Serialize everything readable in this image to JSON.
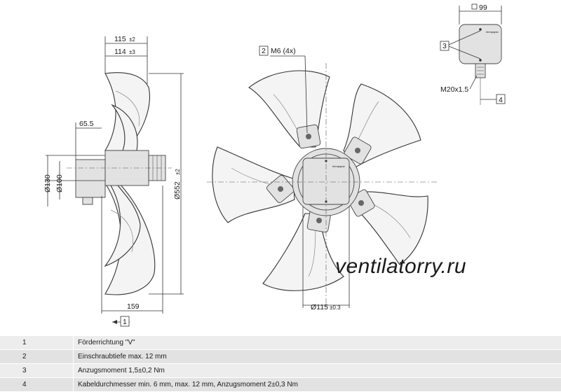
{
  "dimensions": {
    "d115_pm2": "115",
    "d115_pm2_tol": "±2",
    "d114": "114",
    "d114_tol": "±3",
    "d65_5": "65.5",
    "d130": "Ø130",
    "d100": "Ø100",
    "d552": "Ø552",
    "d552_tol": "±2",
    "d159": "159",
    "m6": "M6 (4x)",
    "d115_hub": "Ø115",
    "d115_hub_tol": "±0.3",
    "box99": "99",
    "m20": "M20x1.5"
  },
  "callouts": {
    "c1": "1",
    "c2": "2",
    "c3": "3",
    "c4": "4"
  },
  "logo_text": "ebmpapst",
  "watermark": "ventilatorry.ru",
  "notes": [
    {
      "num": "1",
      "text": "Förderrichtung \"V\""
    },
    {
      "num": "2",
      "text": "Einschraubtiefe max. 12 mm"
    },
    {
      "num": "3",
      "text": "Anzugsmoment 1,5±0,2 Nm"
    },
    {
      "num": "4",
      "text": "Kabeldurchmesser min. 6 mm, max. 12 mm, Anzugsmoment 2±0,3 Nm"
    }
  ]
}
